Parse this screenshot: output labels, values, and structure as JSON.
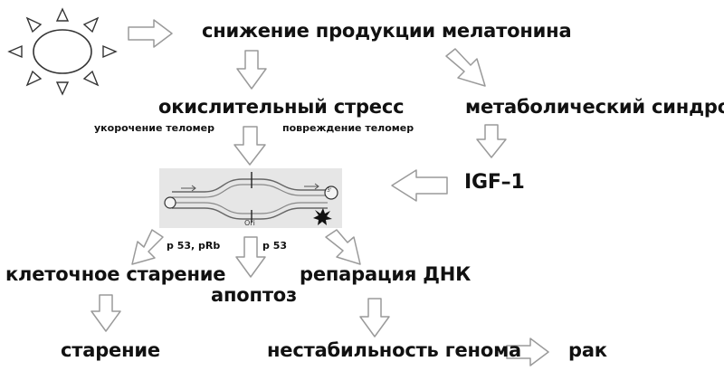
{
  "diagram": {
    "nodes": {
      "melatonin_decrease": "снижение продукции мелатонина",
      "oxidative_stress": "окислительный стресс",
      "metabolic_syndrome": "метаболический синдром",
      "telomere_shortening": "укорочение теломер",
      "telomere_damage": "повреждение теломер",
      "igf1": "IGF–1",
      "cell_senescence": "клеточное старение",
      "apoptosis": "апоптоз",
      "dna_repair": "репарация ДНК",
      "aging": "старение",
      "genome_instability": "нестабильность генома",
      "cancer": "рак"
    },
    "edge_labels": {
      "p53_prb": "p 53, pRb",
      "p53": "p 53"
    },
    "dna_figure": {
      "ori_label": "Ori",
      "end_label": "3'"
    },
    "colors": {
      "text": "#111111",
      "arrow_outline": "#9a9a9a",
      "panel_bg": "#e6e6e6"
    }
  }
}
